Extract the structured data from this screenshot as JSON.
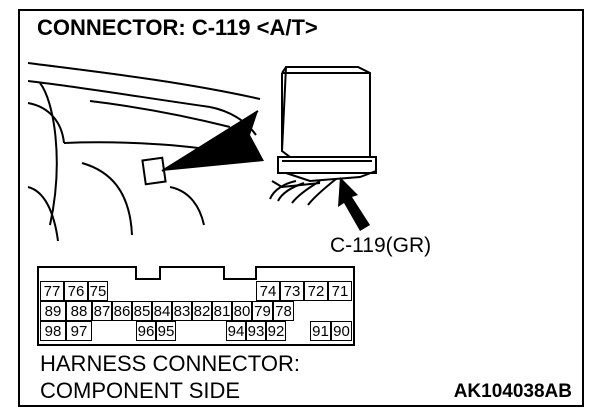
{
  "title": "CONNECTOR: C-119 <A/T>",
  "callout": "C-119(GR)",
  "footer": {
    "line1": "HARNESS CONNECTOR:",
    "line2": "COMPONENT SIDE"
  },
  "code": "AK104038AB",
  "pins": {
    "row1": [
      "77",
      "76",
      "75",
      "",
      "",
      "",
      "",
      "",
      "",
      "74",
      "73",
      "72",
      "71"
    ],
    "row2": [
      "89",
      "88",
      "87",
      "86",
      "85",
      "84",
      "83",
      "82",
      "81",
      "80",
      "79",
      "78"
    ],
    "row3": [
      "98",
      "97",
      "",
      "96",
      "95",
      "",
      "94",
      "93",
      "92",
      "",
      "91",
      "90"
    ]
  }
}
